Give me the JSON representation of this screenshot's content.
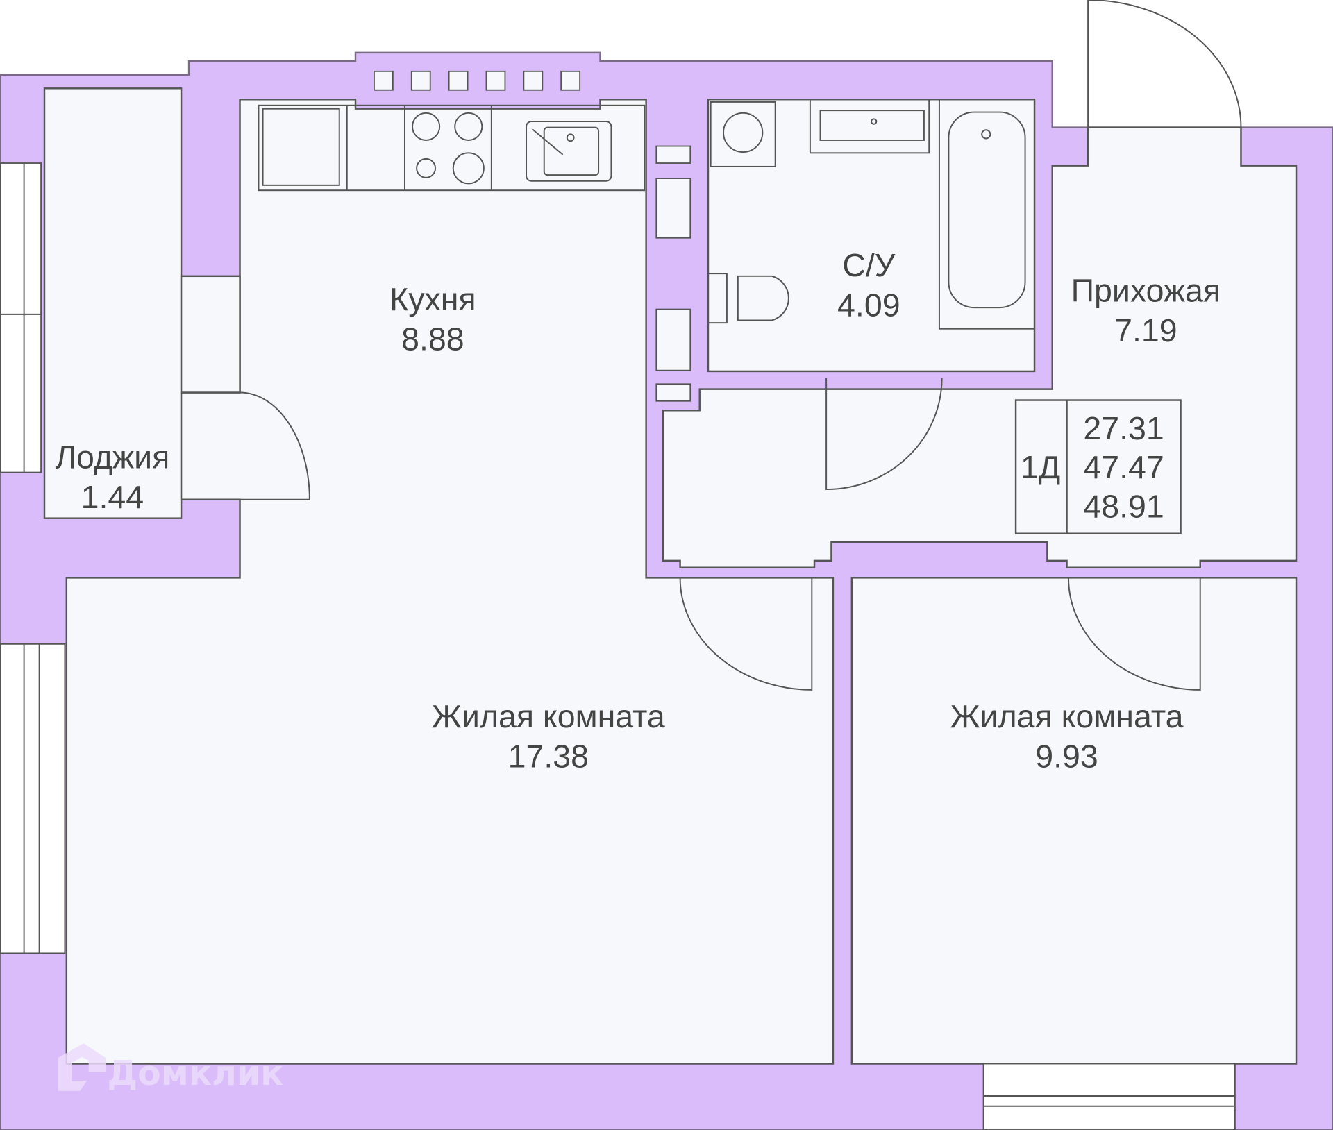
{
  "colors": {
    "wall": "#d9bcf9",
    "room": "#f6f8fc",
    "text": "#444444"
  },
  "rooms": [
    {
      "name": "Лоджия",
      "area": "1.44"
    },
    {
      "name": "Кухня",
      "area": "8.88"
    },
    {
      "name": "С/У",
      "area": "4.09"
    },
    {
      "name": "Прихожая",
      "area": "7.19"
    },
    {
      "name": "Жилая комната",
      "area": "17.38"
    },
    {
      "name": "Жилая комната",
      "area": "9.93"
    }
  ],
  "summary": {
    "type": "1Д",
    "living_area": "27.31",
    "total_area": "47.47",
    "total_with_loggia": "48.91"
  },
  "watermark": "Домклик"
}
